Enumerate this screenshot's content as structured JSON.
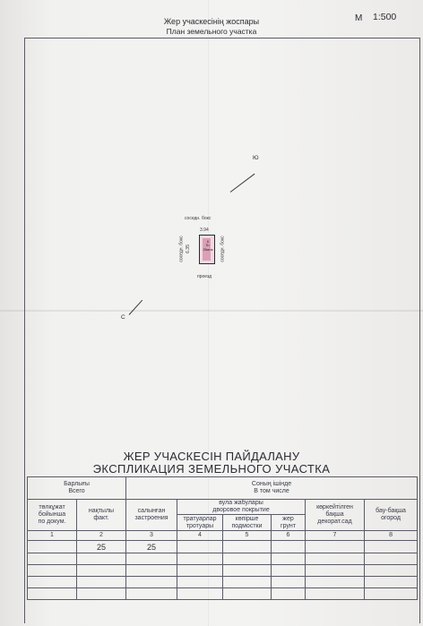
{
  "header": {
    "title_kz": "Жер учаскесінің жоспары",
    "title_ru": "План земельного участка",
    "scale_label": "М",
    "scale_value": "1:500"
  },
  "plan": {
    "direction_north": "Ю",
    "direction_south": "С",
    "neighbor_top": "соседн. бокс",
    "neighbor_left": "соседн. бокс",
    "neighbor_right": "соседн. бокс",
    "passage_bottom": "проезд",
    "dimension_width": "3.94",
    "dimension_height": "6.35",
    "plot_number": "6",
    "plot_area_line1": "S=",
    "plot_area_line2": "25кв.м"
  },
  "explication": {
    "title_kz": "ЖЕР УЧАСКЕСІН ПАЙДАЛАНУ",
    "title_ru": "ЭКСПЛИКАЦИЯ ЗЕМЕЛЬНОГО УЧАСТКА",
    "total_label": "Барлығы\nВсего",
    "including_label": "Соның ішінде\nВ том числе",
    "by_docs": "төлкұжат\nбойынша\nпо докум.",
    "actual": "нақтылы\nфакт.",
    "built": "салынған\nзастроения",
    "yard_cover": "вула жабулары\nдворовое покрытие",
    "sidewalks": "тратуарлар\nтротуары",
    "bridges": "көпірше\nподмостки",
    "ground": "жер\nгрунт",
    "decor_garden": "көркейтілген\nбақша\nдекорат.сад",
    "vegetable": "бау-бақша\nогород",
    "col_numbers": [
      "1",
      "2",
      "3",
      "4",
      "5",
      "6",
      "7",
      "8"
    ],
    "row_values": [
      "",
      "25",
      "25",
      "",
      "",
      "",
      "",
      ""
    ]
  }
}
